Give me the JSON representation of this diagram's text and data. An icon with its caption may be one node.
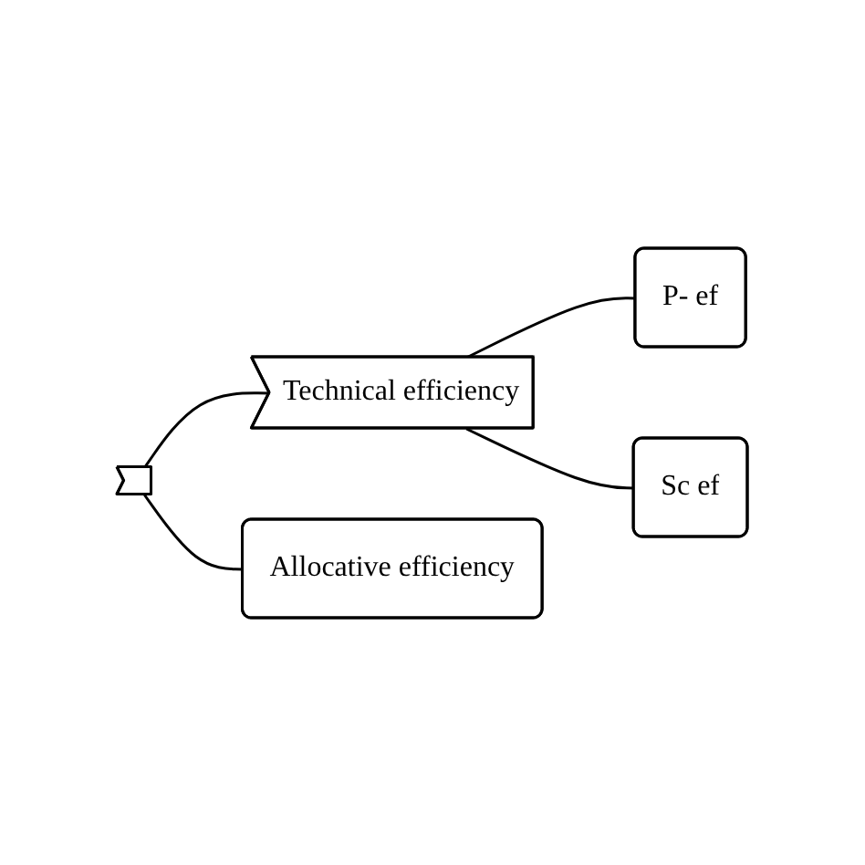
{
  "diagram": {
    "nodes": [
      {
        "text": [],
        "shape": "pentagon"
      },
      {
        "text": [
          "Technical efficiency"
        ]
      },
      {
        "text": [
          "Allocative efficiency"
        ]
      },
      {
        "text": [
          "P- ef"
        ]
      },
      {
        "text": [
          "Sc ef"
        ]
      }
    ],
    "edges": [
      {
        "from": 0,
        "to": 1,
        "arrow": "none"
      },
      {
        "from": 0,
        "to": 2,
        "arrow": "none"
      },
      {
        "from": 1,
        "to": 3,
        "arrow": "none"
      },
      {
        "from": 1,
        "to": 4,
        "arrow": "none"
      }
    ]
  }
}
